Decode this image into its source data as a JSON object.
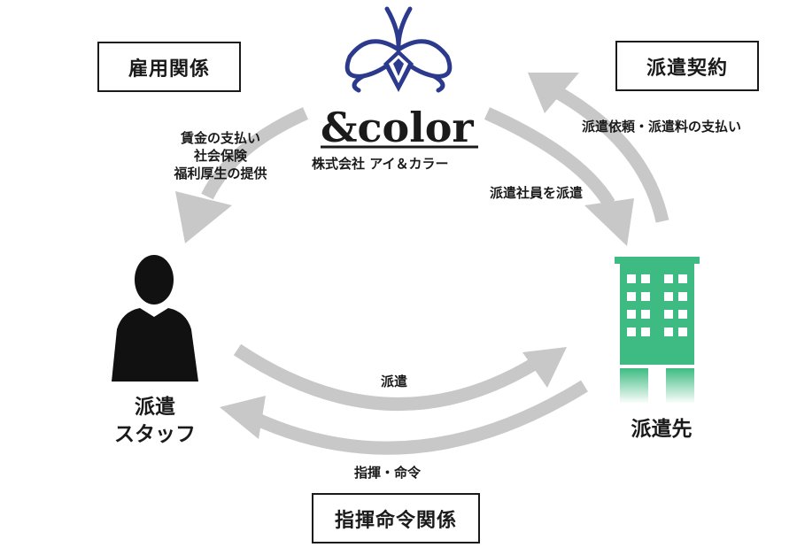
{
  "boxes": {
    "employment": "雇用関係",
    "dispatch_contract": "派遣契約",
    "command": "指揮命令関係"
  },
  "company": {
    "logo_text": "&color",
    "name": "株式会社 アイ＆カラー"
  },
  "labels": {
    "employer_duties": [
      "賃金の支払い",
      "社会保険",
      "福利厚生の提供"
    ],
    "contract_request": "派遣依頼・派遣料の支払い",
    "send_staff": "派遣社員を派遣",
    "dispatch": "派遣",
    "command": "指揮・命令"
  },
  "nodes": {
    "staff": [
      "派遣",
      "スタッフ"
    ],
    "client": "派遣先"
  },
  "icons": {
    "logo": "butterfly-logo-icon",
    "staff": "person-silhouette-icon",
    "client": "office-building-icon"
  },
  "colors": {
    "arrow": "#c8c8c8",
    "logo_blue": "#2b3a8c",
    "building_green": "#3dbb82",
    "text": "#1a1a1a"
  }
}
